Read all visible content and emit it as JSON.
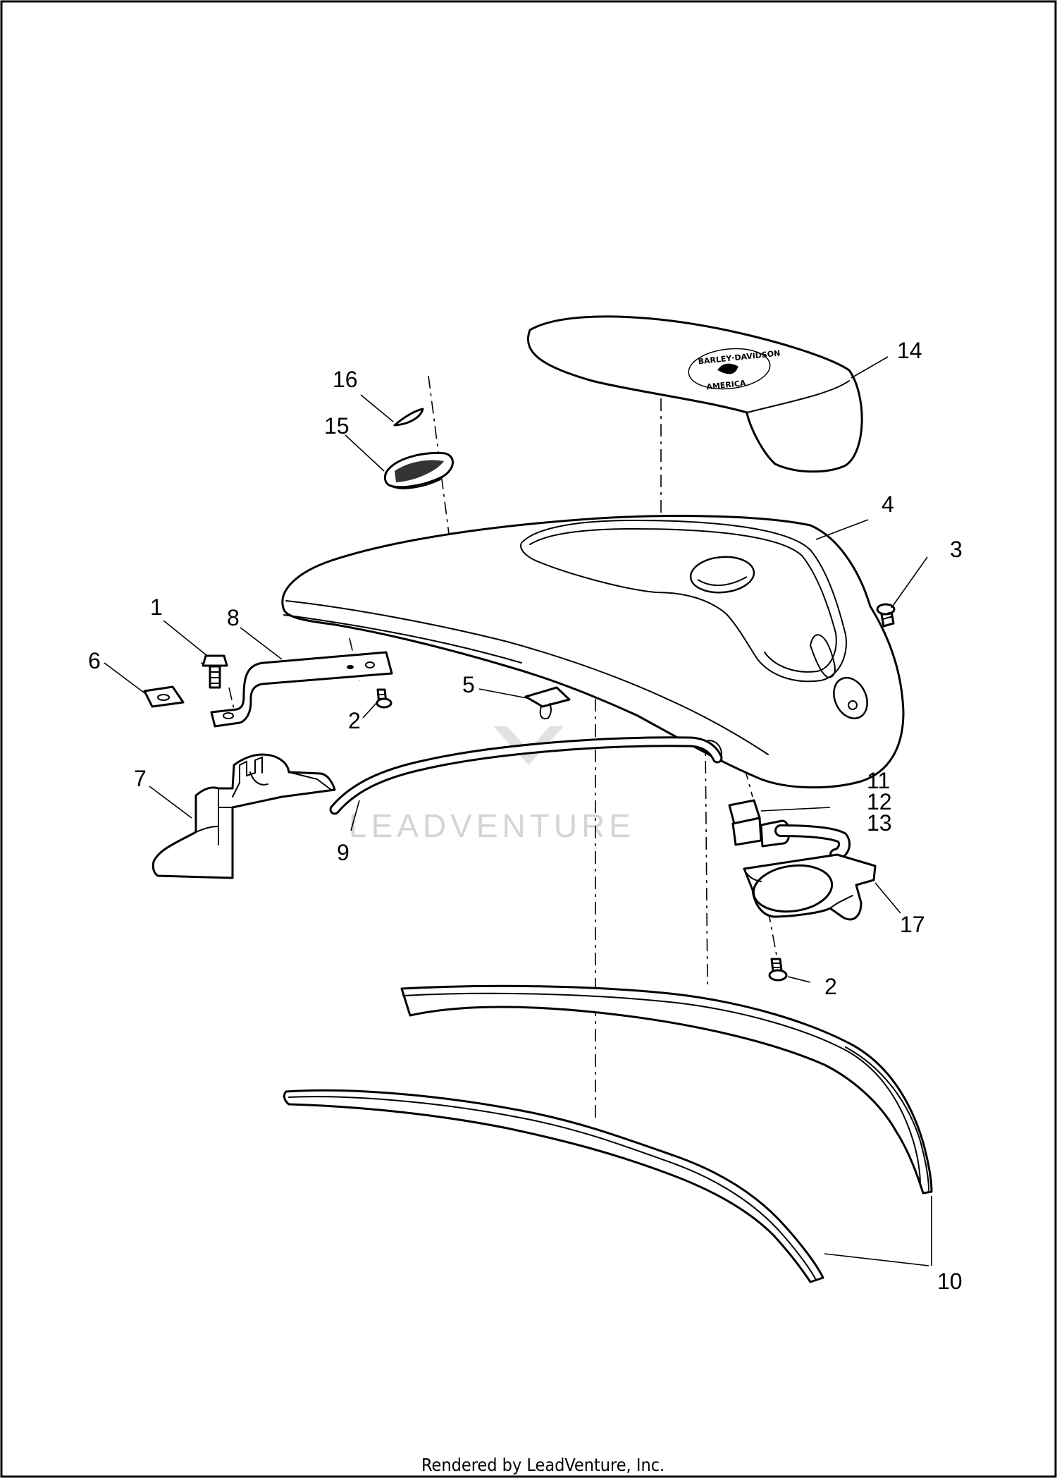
{
  "diagram": {
    "callouts": [
      {
        "id": "c1",
        "label": "1"
      },
      {
        "id": "c2a",
        "label": "2"
      },
      {
        "id": "c2b",
        "label": "2"
      },
      {
        "id": "c3",
        "label": "3"
      },
      {
        "id": "c4",
        "label": "4"
      },
      {
        "id": "c5",
        "label": "5"
      },
      {
        "id": "c6",
        "label": "6"
      },
      {
        "id": "c7",
        "label": "7"
      },
      {
        "id": "c8",
        "label": "8"
      },
      {
        "id": "c9",
        "label": "9"
      },
      {
        "id": "c10",
        "label": "10"
      },
      {
        "id": "c11",
        "label": "11"
      },
      {
        "id": "c12",
        "label": "12"
      },
      {
        "id": "c13",
        "label": "13"
      },
      {
        "id": "c14",
        "label": "14"
      },
      {
        "id": "c15",
        "label": "15"
      },
      {
        "id": "c16",
        "label": "16"
      },
      {
        "id": "c17",
        "label": "17"
      }
    ]
  },
  "watermark": {
    "text": "LEADVENTURE"
  },
  "footer": {
    "text": "Rendered by LeadVenture, Inc."
  }
}
